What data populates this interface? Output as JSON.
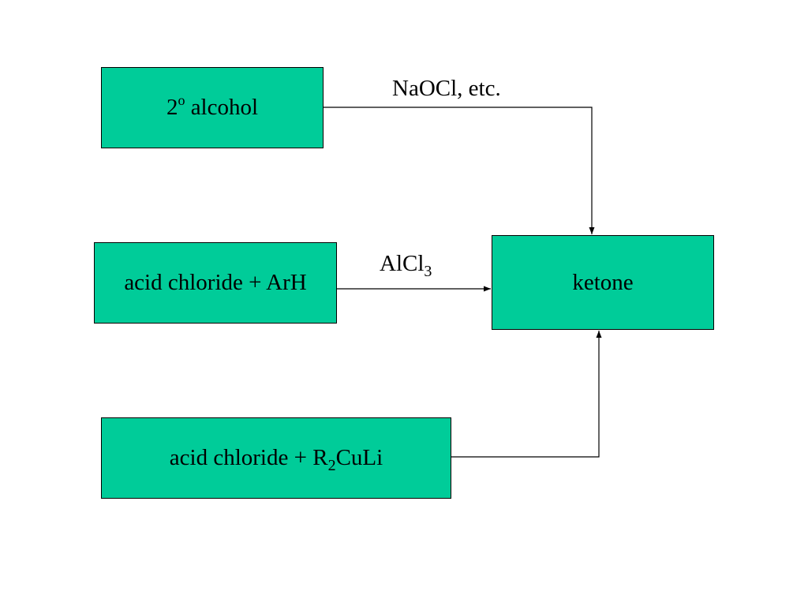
{
  "colors": {
    "box_fill": "#00CC99",
    "line": "#000000",
    "background": "#FFFFFF"
  },
  "nodes": {
    "alcohol": {
      "text_main": "2",
      "text_sup": "o",
      "text_rest": " alcohol"
    },
    "arh": {
      "text": "acid chloride + ArH"
    },
    "ketone": {
      "text": "ketone"
    },
    "cuprate": {
      "text_pre": "acid chloride + R",
      "text_sub": "2",
      "text_post": "CuLi"
    }
  },
  "edges": {
    "alcohol_to_ketone": {
      "label": "NaOCl, etc."
    },
    "arh_to_ketone": {
      "label_main": "AlCl",
      "label_sub": "3"
    },
    "cuprate_to_ketone": {
      "label": ""
    }
  }
}
